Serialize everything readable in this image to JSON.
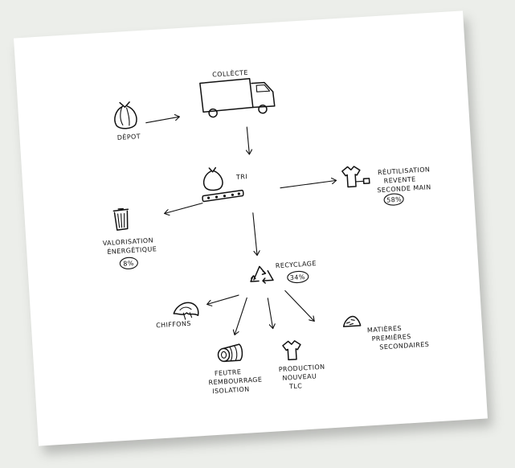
{
  "nodes": {
    "depot": "DÉPOT",
    "collecte": "COLLÈCTE",
    "tri": "TRI",
    "reutilisation": [
      "RÉUTILISATION",
      "REVENTE",
      "SECONDE MAIN"
    ],
    "reutilisation_pct": "58%",
    "valorisation": [
      "VALORISATION",
      "ÉNERGÉTIQUE"
    ],
    "valorisation_pct": "8%",
    "recyclage": "RECYCLAGE",
    "recyclage_pct": "34%",
    "chiffons": "CHIFFONS",
    "feutre": [
      "FEUTRE",
      "REMBOURRAGE",
      "ISOLATION"
    ],
    "production": [
      "PRODUCTION",
      "NOUVEAU",
      "TLC"
    ],
    "matieres": [
      "MATIÈRES",
      "PREMIÈRES",
      "SECONDAIRES"
    ]
  },
  "icons": {
    "depot": "trash-bag-icon",
    "collecte": "truck-icon",
    "tri": "conveyor-sorting-icon",
    "reutilisation": "tshirt-price-tag-icon",
    "valorisation": "trash-bin-icon",
    "recyclage": "recycle-icon",
    "chiffons": "rags-icon",
    "feutre": "fabric-roll-icon",
    "production": "tshirt-icon",
    "matieres": "fiber-pile-icon"
  },
  "colors": {
    "ink": "#111111",
    "paper": "#ffffff",
    "background": "#eceeea"
  }
}
